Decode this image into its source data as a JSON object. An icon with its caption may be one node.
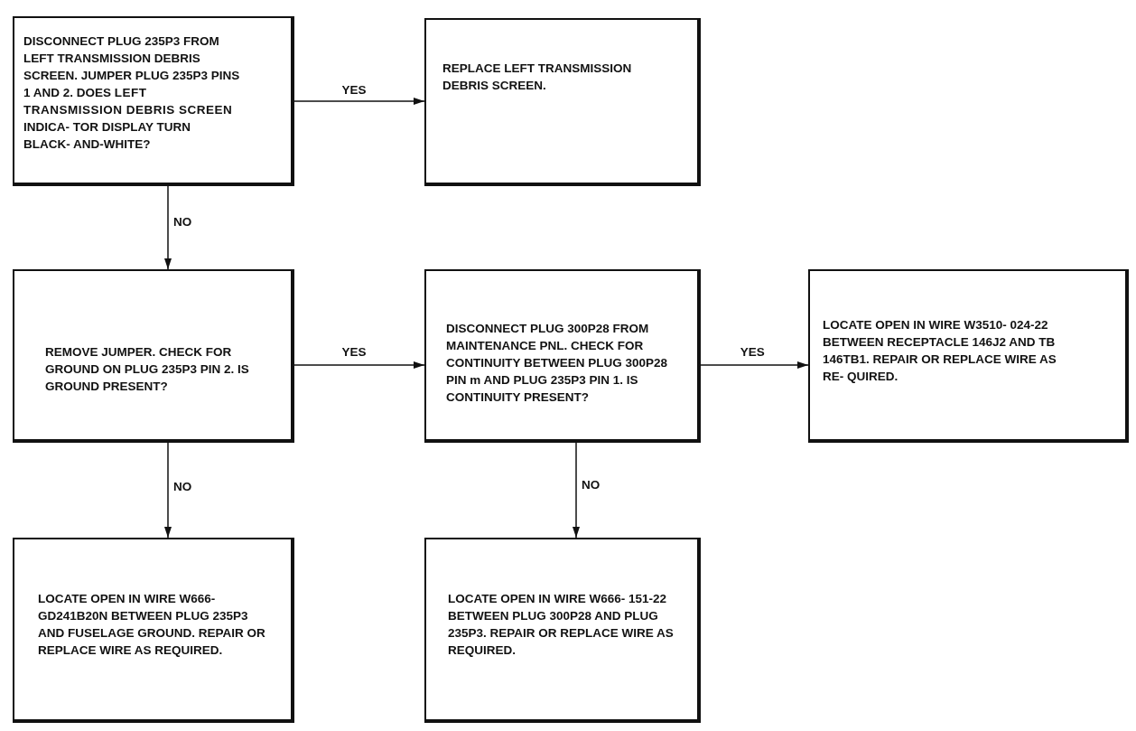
{
  "diagram": {
    "nodes": [
      {
        "text": [
          "DISCONNECT PLUG 235P3 FROM LEFT TRANSMISSION DEBRIS SCREEN. JUMPER PLUG 235P3 PINS 1 AND 2. DOES **LEFT TRANSMISSION DEBRIS SCREEN** INDICA- TOR DISPLAY TURN BLACK- AND-WHITE?"
        ]
      },
      {
        "text": [
          "REPLACE LEFT TRANSMISSION DEBRIS SCREEN."
        ]
      },
      {
        "text": [
          "REMOVE JUMPER. CHECK FOR GROUND ON PLUG 235P3 PIN 2. IS GROUND PRESENT?"
        ]
      },
      {
        "text": [
          "DISCONNECT PLUG 300P28 FROM MAINTENANCE PNL. CHECK FOR CONTINUITY BETWEEN PLUG 300P28 PIN m AND PLUG 235P3 PIN 1. IS CONTINUITY PRESENT?"
        ]
      },
      {
        "text": [
          "LOCATE OPEN IN WIRE W3510- 024-22 BETWEEN RECEPTACLE 146J2 AND TB 146TB1. REPAIR OR REPLACE WIRE AS RE- QUIRED."
        ]
      },
      {
        "text": [
          "LOCATE OPEN IN WIRE W666- GD241B20N BETWEEN PLUG 235P3 AND FUSELAGE GROUND. REPAIR OR REPLACE WIRE AS REQUIRED."
        ]
      },
      {
        "text": [
          "LOCATE OPEN IN WIRE W666- 151-22 BETWEEN PLUG 300P28 AND PLUG 235P3. REPAIR OR REPLACE WIRE AS REQUIRED."
        ]
      }
    ],
    "edges": [
      {
        "from": 0,
        "to": 1,
        "arrow": "to",
        "label": "YES"
      },
      {
        "from": 0,
        "to": 2,
        "arrow": "to",
        "label": "NO"
      },
      {
        "from": 2,
        "to": 3,
        "arrow": "to",
        "label": "YES"
      },
      {
        "from": 3,
        "to": 4,
        "arrow": "to",
        "label": "YES"
      },
      {
        "from": 2,
        "to": 5,
        "arrow": "to",
        "label": "NO"
      },
      {
        "from": 3,
        "to": 6,
        "arrow": "to",
        "label": "NO"
      }
    ]
  }
}
